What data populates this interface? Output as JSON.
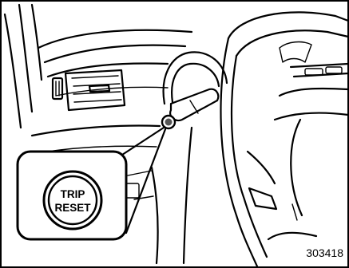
{
  "callout": {
    "line1": "TRIP",
    "line2": "RESET"
  },
  "figure_code": "303418",
  "colors": {
    "ink": "#000000",
    "paper": "#ffffff",
    "button_dot": "#555555"
  }
}
